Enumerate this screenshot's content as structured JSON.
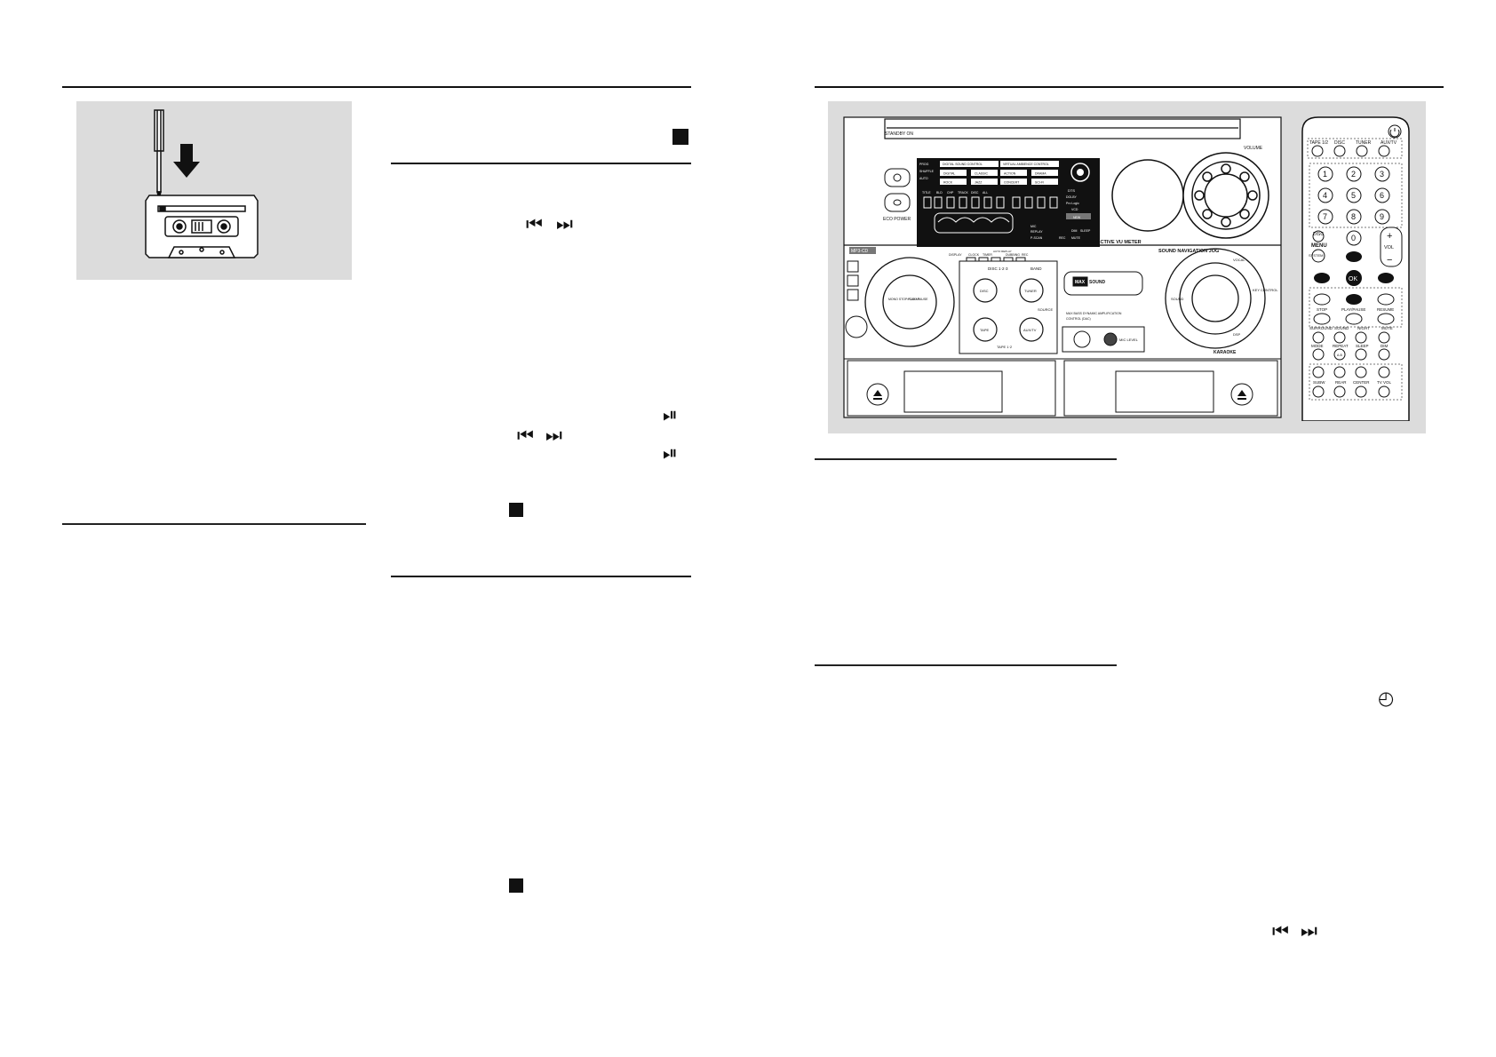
{
  "glyphs": {
    "stop": "■",
    "prev": "⏮",
    "next": "⏭",
    "play_pause": "⏯",
    "clock": "◴"
  },
  "unit_labels": {
    "standby_on": "STANDBY ON",
    "eco_power": "ECO POWER",
    "volume": "VOLUME",
    "interactive_vu_meter": "INTERACTIVE VU METER",
    "sound_navigation_jog": "SOUND NAVIGATION JOG",
    "mp3_cd": "MP3-CD",
    "display": "DISPLAY",
    "clock": "CLOCK",
    "timer": "TIMER",
    "auto_replay": "AUTO REPLAY",
    "dubbing": "DUBBING",
    "rec": "REC",
    "disc_1_2_3": "DISC 1·2·3",
    "band": "BAND",
    "disc_btn": "DISC",
    "tuner_btn": "TUNER",
    "tape_btn": "TAPE",
    "aux_tv_btn": "AUX/TV",
    "source": "SOURCE",
    "tape_1_2": "TAPE 1·2",
    "play_pause": "PLAY• PAUSE",
    "mono_stop_clear": "MONO STOP• CLEAR",
    "maxsound_max": "MAX",
    "maxsound_sound": "SOUND",
    "max_bass_line1": "MAX BASS DYNAMIC AMPLIFICATION",
    "max_bass_line2": "CONTROL (DAC)",
    "mic_level": "MIC LEVEL",
    "karaoke": "KARAOKE",
    "vocal": "VOCAL",
    "sound": "SOUND",
    "dsp": "DSP",
    "key_control": "KEY CONTROL",
    "display_rows": [
      "DIGITAL SOUND CONTROL",
      "VIRTUAL AMBIENCE CONTROL"
    ],
    "display_modes": [
      "DIGITAL",
      "CLASSIC",
      "ACTION",
      "DRAMA",
      "ROCK",
      "JAZZ",
      "CONCERT",
      "SCI-FI"
    ],
    "display_counters": [
      "TITLE",
      "BLD",
      "CHP",
      "TRACK",
      "DISC",
      "ALL"
    ],
    "display_side": [
      "PROG",
      "SHUFFLE",
      "AUTO"
    ],
    "display_dolby": [
      "DTS",
      "DOLBY",
      "Pro Logic",
      "VCD",
      "NEW"
    ],
    "display_bottom": [
      "MIC",
      "REPLAY",
      "P-SCAN",
      "REC",
      "DIM",
      "SLEEP",
      "MUTE"
    ]
  },
  "remote": {
    "sources": [
      "TAPE 1/2",
      "DISC",
      "TUNER",
      "AUX/TV"
    ],
    "digits": [
      "1",
      "2",
      "3",
      "4",
      "5",
      "6",
      "7",
      "8",
      "9",
      "0"
    ],
    "disc": "DISC",
    "menu": "MENU",
    "system": "SYSTEM",
    "vol": "VOL",
    "ok": "OK",
    "stop": "STOP",
    "play_pause": "PLAY/PAUSE",
    "resume": "RESUME",
    "row1": [
      "SURROUND",
      "SOUND",
      "NIGHT",
      "MUTE"
    ],
    "row2": [
      "MODE",
      "REPEAT",
      "SLEEP",
      "DIM"
    ],
    "repeat_sub": "A-B",
    "row3": [
      "SUBW",
      "REAR",
      "CENTER",
      "TV VOL"
    ]
  }
}
